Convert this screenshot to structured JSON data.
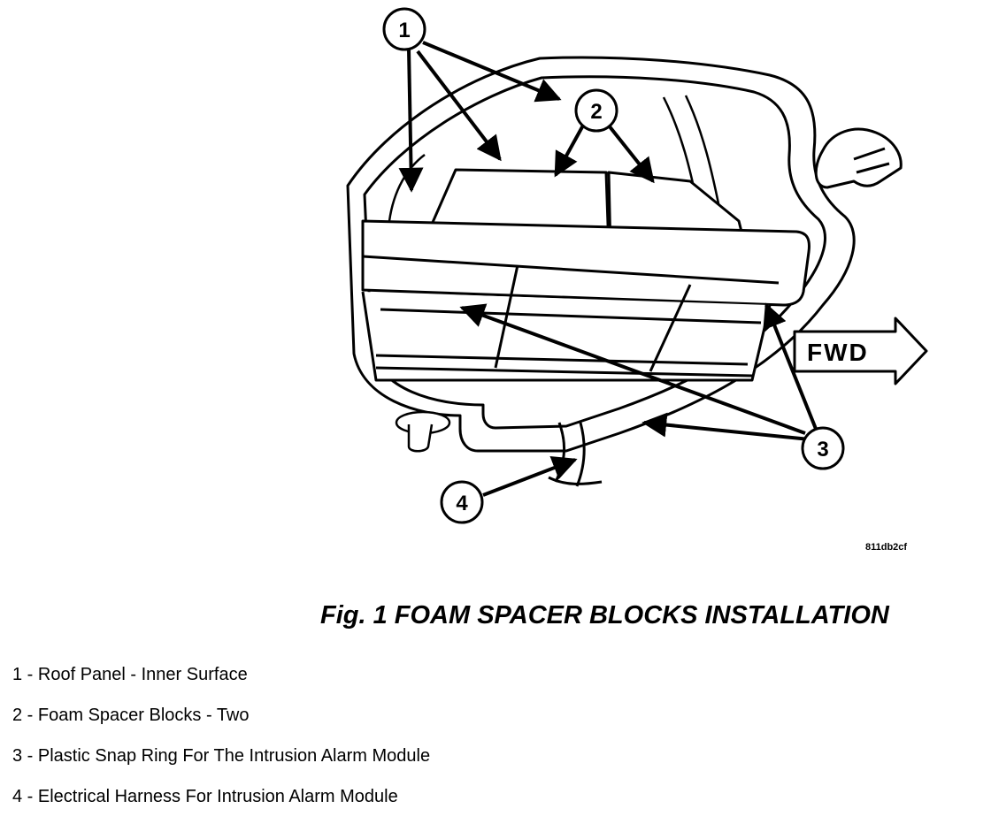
{
  "diagram": {
    "callouts": [
      "1",
      "2",
      "3",
      "4"
    ],
    "direction_label": "FWD",
    "figure_code": "811db2cf"
  },
  "caption": "Fig. 1 FOAM SPACER BLOCKS INSTALLATION",
  "legend": [
    "1 - Roof Panel - Inner Surface",
    "2 - Foam Spacer Blocks - Two",
    "3 - Plastic Snap Ring For The Intrusion Alarm Module",
    "4 - Electrical Harness For Intrusion Alarm Module"
  ]
}
